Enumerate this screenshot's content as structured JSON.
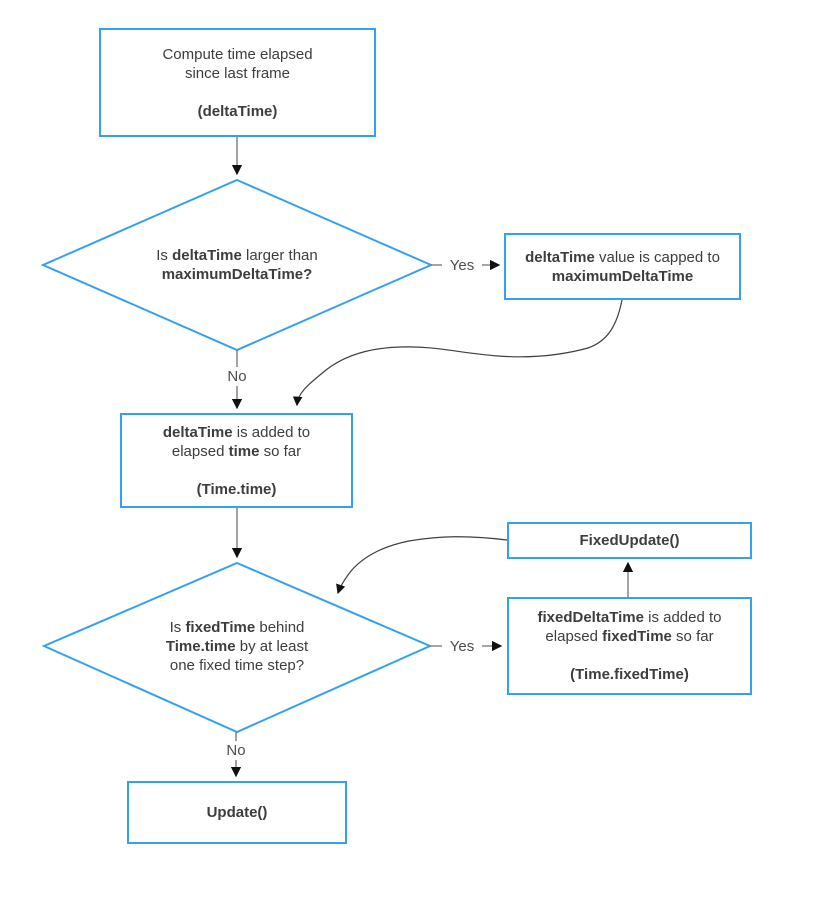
{
  "title": "Unity time step flowchart",
  "colors": {
    "node_border": "#36a0f0",
    "node_fill": "#ffffff",
    "text": "#3d3d3d",
    "connector": "#6f6f6f",
    "curve": "#3f3f3f",
    "arrowhead": "#111111",
    "label_text": "#4d4d4d",
    "background": "#ffffff"
  },
  "nodes": {
    "compute": {
      "lines": [
        [
          {
            "t": "Compute time elapsed"
          }
        ],
        [
          {
            "t": "since last frame"
          }
        ],
        [],
        [
          {
            "t": "(deltaTime)",
            "b": true
          }
        ]
      ]
    },
    "decision_max": {
      "lines": [
        [
          {
            "t": "Is "
          },
          {
            "t": "deltaTime",
            "b": true
          },
          {
            "t": " larger than"
          }
        ],
        [
          {
            "t": "maximumDeltaTime?",
            "b": true
          }
        ]
      ]
    },
    "capped": {
      "lines": [
        [
          {
            "t": "deltaTime",
            "b": true
          },
          {
            "t": " value is capped to"
          }
        ],
        [
          {
            "t": "maximumDeltaTime",
            "b": true
          }
        ]
      ]
    },
    "add_time": {
      "lines": [
        [
          {
            "t": "deltaTime",
            "b": true
          },
          {
            "t": " is added to"
          }
        ],
        [
          {
            "t": "elapsed "
          },
          {
            "t": "time",
            "b": true
          },
          {
            "t": " so far"
          }
        ],
        [],
        [
          {
            "t": "(Time.time)",
            "b": true
          }
        ]
      ]
    },
    "decision_fixed": {
      "lines": [
        [
          {
            "t": "Is "
          },
          {
            "t": "fixedTime",
            "b": true
          },
          {
            "t": " behind"
          }
        ],
        [
          {
            "t": "Time.time",
            "b": true
          },
          {
            "t": " by at least"
          }
        ],
        [
          {
            "t": "one fixed time step?"
          }
        ]
      ]
    },
    "add_fixed": {
      "lines": [
        [
          {
            "t": "fixedDeltaTime",
            "b": true
          },
          {
            "t": " is added to"
          }
        ],
        [
          {
            "t": "elapsed "
          },
          {
            "t": "fixedTime",
            "b": true
          },
          {
            "t": " so far"
          }
        ],
        [],
        [
          {
            "t": "(Time.fixedTime)",
            "b": true
          }
        ]
      ]
    },
    "fixed_update": {
      "lines": [
        [
          {
            "t": "FixedUpdate()",
            "b": true
          }
        ]
      ]
    },
    "update": {
      "lines": [
        [
          {
            "t": "Update()",
            "b": true
          }
        ]
      ]
    }
  },
  "labels": {
    "yes_cap": "Yes",
    "no_cap": "No",
    "yes_fixed": "Yes",
    "no_fixed": "No"
  }
}
